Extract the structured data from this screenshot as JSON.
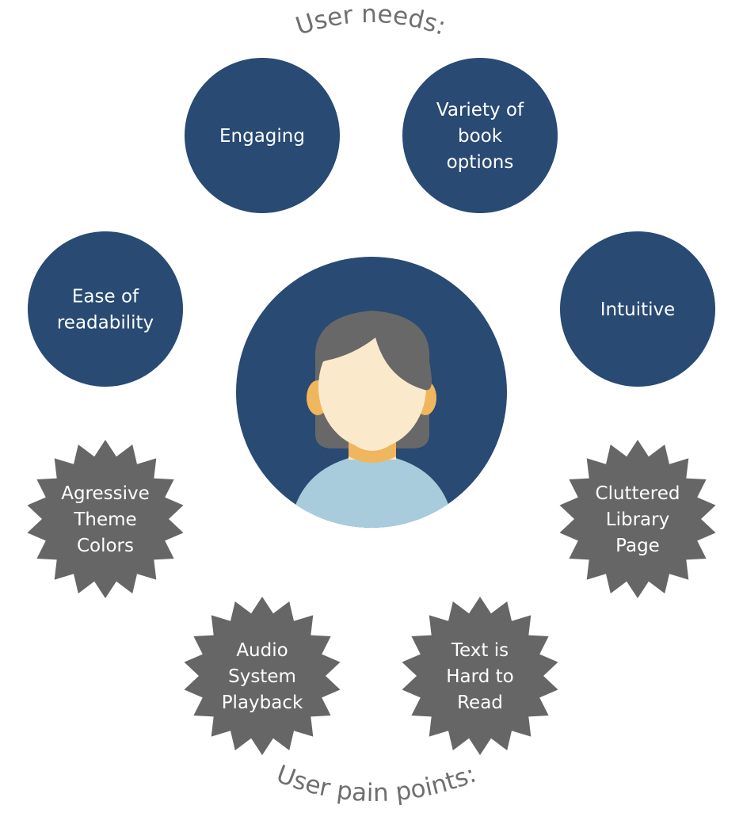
{
  "title_top": "User needs:",
  "title_bottom": "User pain points:",
  "needs": [
    {
      "lines": [
        "Engaging"
      ]
    },
    {
      "lines": [
        "Variety of",
        "book",
        "options"
      ]
    },
    {
      "lines": [
        "Ease of",
        "readability"
      ]
    },
    {
      "lines": [
        "Intuitive"
      ]
    }
  ],
  "pain_points": [
    {
      "lines": [
        "Agressive",
        "Theme",
        "Colors"
      ]
    },
    {
      "lines": [
        "Cluttered",
        "Library",
        "Page"
      ]
    },
    {
      "lines": [
        "Audio",
        "System",
        "Playback"
      ]
    },
    {
      "lines": [
        "Text is",
        "Hard to",
        "Read"
      ]
    }
  ],
  "icons": {
    "center": "user-avatar-icon",
    "needs": "circle",
    "pain_points": "starburst"
  },
  "colors": {
    "need_fill": "#284a73",
    "pain_fill": "#666666",
    "title": "#6f6f6f",
    "avatar_bg": "#284a73",
    "hair": "#686868",
    "skin": "#faeacb",
    "ear_shadow": "#f0b65e",
    "shirt": "#a8ccdc"
  }
}
